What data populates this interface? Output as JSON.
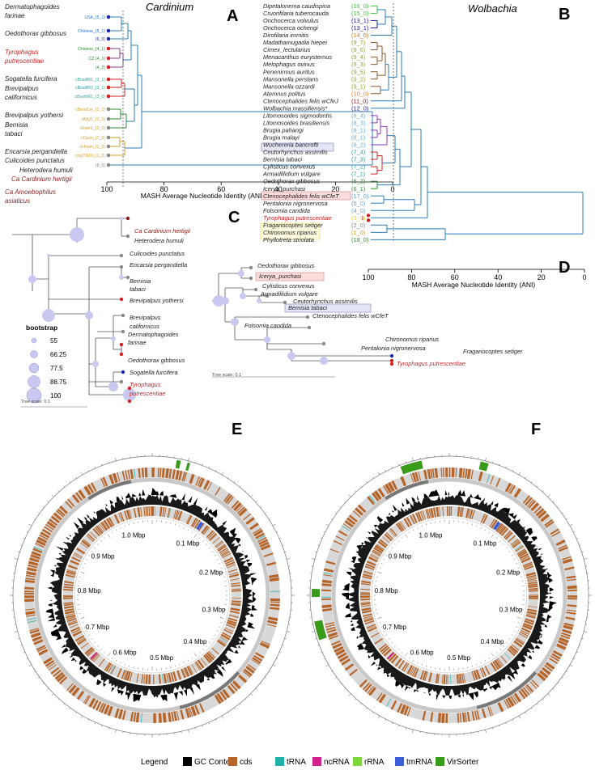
{
  "panels": {
    "A": {
      "letter": "A",
      "title": "Cardinium"
    },
    "B": {
      "letter": "B",
      "title": "Wolbachia"
    },
    "C": {
      "letter": "C"
    },
    "D": {
      "letter": "D"
    },
    "E": {
      "letter": "E"
    },
    "F": {
      "letter": "F"
    }
  },
  "A": {
    "axis_label": "MASH Average Nucleotide Identity (ANI)",
    "ticks": [
      "100",
      "80",
      "60",
      "40",
      "20",
      "0"
    ],
    "taxa": [
      {
        "name": "Dermatophagoides",
        "color": "#222222"
      },
      {
        "name": "farinae",
        "color": "#222222"
      },
      {
        "name": "Oedothorax gibbosus",
        "color": "#222222"
      },
      {
        "name": "Tyrophagus",
        "color": "#d42020"
      },
      {
        "name": "putrescentiae",
        "color": "#d42020"
      },
      {
        "name": "Sogatella furcifera",
        "color": "#222222"
      },
      {
        "name": "Brevipalpus",
        "color": "#222222"
      },
      {
        "name": "californicus",
        "color": "#222222"
      },
      {
        "name": "Brevipalpus yothersi",
        "color": "#222222"
      },
      {
        "name": "Bemisia",
        "color": "#222222"
      },
      {
        "name": "tabaci",
        "color": "#222222"
      },
      {
        "name": "Encarsia pergandiella",
        "color": "#222222"
      },
      {
        "name": "Culicoides punctatus",
        "color": "#222222"
      },
      {
        "name": "Heterodera humuli",
        "color": "#222222"
      },
      {
        "name": "Ca Cardinium hertigii",
        "color": "#8b1a1a"
      },
      {
        "name": "Ca Amoebophilus",
        "color": "#8b1a1a"
      },
      {
        "name": "asiaticus",
        "color": "#8b1a1a"
      }
    ],
    "labels": [
      {
        "text": "USA_(5_1)",
        "color": "#2a6fd6"
      },
      {
        "text": "Chinese_(5_1)",
        "color": "#2a6fd6"
      },
      {
        "text": "(6_0)",
        "color": "#1a3a9c"
      },
      {
        "text": "Chinese_(4_1)",
        "color": "#2e8b2e"
      },
      {
        "text": "CZ (4_1)",
        "color": "#2e8b2e"
      },
      {
        "text": "(4_2)",
        "color": "#2e8b2e"
      },
      {
        "text": "cBcalifR1_(3_1)",
        "color": "#2aa8a0"
      },
      {
        "text": "cBcalifR2_(3_1)",
        "color": "#2aa8a0"
      },
      {
        "text": "cByothR1_(3_0)",
        "color": "#2aa8a0"
      },
      {
        "text": "cBemCer_(2_1)",
        "color": "#d4a020"
      },
      {
        "text": "cBtQ1_(2_1)",
        "color": "#d4a020"
      },
      {
        "text": "cEper1_(2_0)",
        "color": "#d4a020"
      },
      {
        "text": "cCpun_(7_0)",
        "color": "#d4a020"
      },
      {
        "text": "cHhum_(1_0)",
        "color": "#e0a020"
      },
      {
        "text": "cnigTN10_(1_0)",
        "color": "#e0a020"
      },
      {
        "text": "(8_0)",
        "color": "#888888"
      }
    ]
  },
  "B": {
    "axis_label": "MASH Average Nucleotide Identity (ANI)",
    "ticks": [
      "100",
      "80",
      "60",
      "40",
      "20",
      "0"
    ],
    "taxa": [
      {
        "name": "Dipetalonema caudispina",
        "label": "(16_0)",
        "color": "#3cc83c"
      },
      {
        "name": "Cruorifilaria tuberocauda",
        "label": "(15_0)",
        "color": "#3cc83c"
      },
      {
        "name": "Onchocerca volvulus",
        "label": "(13_1)",
        "color": "#1a1aa8"
      },
      {
        "name": "Onchocerca ochengi",
        "label": "(13_1)",
        "color": "#1a1aa8"
      },
      {
        "name": "Dirofilaria immitis",
        "label": "(14_0)",
        "color": "#d47820"
      },
      {
        "name": "Madathamugadia hiepei",
        "label": "(9_7)",
        "color": "#a0a020"
      },
      {
        "name": "Cimex_lectularius",
        "label": "(9_6)",
        "color": "#a0a020"
      },
      {
        "name": "Menacanthus eurysternus",
        "label": "(9_4)",
        "color": "#a0a020"
      },
      {
        "name": "Melophagus ovinus",
        "label": "(9_3)",
        "color": "#a0a020"
      },
      {
        "name": "Penenirmus auritus",
        "label": "(9_5)",
        "color": "#a0a020"
      },
      {
        "name": "Mansonella perstans",
        "label": "(9_2)",
        "color": "#a0a020"
      },
      {
        "name": "Mansonella ozzardi",
        "label": "(9_1)",
        "color": "#a0a020"
      },
      {
        "name": "Atemnus politus",
        "label": "(10_0)",
        "color": "#e08030"
      },
      {
        "name": "Ctenocephalides felis wCfeJ",
        "label": "(11_0)",
        "color": "#8b1a1a"
      },
      {
        "name": "Wolbachia massiliensis*",
        "label": "(12_0)",
        "color": "#1a1a8b"
      },
      {
        "name": "Litomosoides sigmodontis",
        "label": "(8_4)",
        "color": "#60b0e0"
      },
      {
        "name": "Litomosoides brasiliensis",
        "label": "(8_3)",
        "color": "#60b0e0"
      },
      {
        "name": "Brugia pahangi",
        "label": "(8_1)",
        "color": "#60b0e0"
      },
      {
        "name": "Brugia malayi",
        "label": "(8_1)",
        "color": "#60b0e0"
      },
      {
        "name": "Wuchereria bancrofti",
        "label": "(8_2)",
        "color": "#60b0e0"
      },
      {
        "name": "Ceutorhynchus assimilis",
        "label": "(7_4)",
        "color": "#30a0a0"
      },
      {
        "name": "Bemisia tabaci",
        "label": "(7_3)",
        "color": "#30a0a0"
      },
      {
        "name": "Cylisticus convexus",
        "label": "(7_2)",
        "color": "#30a0a0"
      },
      {
        "name": "Armadillidium vulgare",
        "label": "(7_1)",
        "color": "#30a0a0"
      },
      {
        "name": "Oedothorax gibbosus",
        "label": "(6_2)",
        "color": "#2e8b2e"
      },
      {
        "name": "Icerya_purchasi",
        "label": "(6_1)",
        "color": "#2e8b2e"
      },
      {
        "name": "Ctenocephalides felis wCfeT",
        "label": "(17_0)",
        "color": "#60a0d0"
      },
      {
        "name": "Pentalonia nigronervosa",
        "label": "(5_0)",
        "color": "#60a0d0"
      },
      {
        "name": "Folsomia candida",
        "label": "(4_0)",
        "color": "#60a0d0"
      },
      {
        "name": "Tyrophagus putrescentiae",
        "label": "(3_0)",
        "color": "#f0d020"
      },
      {
        "name": "Fragariocoptes setiger",
        "label": "(2_0)",
        "color": "#888888"
      },
      {
        "name": "Chironomus riparius",
        "label": "(1_0)",
        "color": "#d4a020"
      },
      {
        "name": "Phyllotreta striolata",
        "label": "(18_0)",
        "color": "#2e8b2e"
      }
    ]
  },
  "C": {
    "taxa": [
      {
        "name": "Ca Cardinium hertigii",
        "color": "#8b1a1a"
      },
      {
        "name": "Heterodera humuli",
        "color": "#222222"
      },
      {
        "name": "Culicoides punctatus",
        "color": "#222222"
      },
      {
        "name": "Encarsia pergandiella",
        "color": "#222222"
      },
      {
        "name": "Bemisia",
        "color": "#222222"
      },
      {
        "name": "tabaci",
        "color": "#222222"
      },
      {
        "name": "Brevipalpus yothersi",
        "color": "#222222"
      },
      {
        "name": "Brevipalpus",
        "color": "#222222"
      },
      {
        "name": "californicus",
        "color": "#222222"
      },
      {
        "name": "Dermatophagoides",
        "color": "#222222"
      },
      {
        "name": "farinae",
        "color": "#222222"
      },
      {
        "name": "Oedothorax gibbosus",
        "color": "#222222"
      },
      {
        "name": "Sogatella furcifera",
        "color": "#222222"
      },
      {
        "name": "Tyrophagus",
        "color": "#d42020"
      },
      {
        "name": "putrescentiae",
        "color": "#d42020"
      }
    ],
    "bootstrap_title": "bootstrap",
    "bootstrap_values": [
      "55",
      "66.25",
      "77.5",
      "88.75",
      "100"
    ],
    "scale_label": "Tree scale: 0.1"
  },
  "D": {
    "taxa": [
      {
        "name": "Oedothorax gibbosus",
        "color": "#222222"
      },
      {
        "name": "Icerya_purchasi",
        "color": "#222222"
      },
      {
        "name": "Cylisticus convexus",
        "color": "#222222"
      },
      {
        "name": "Armadillidium vulgare",
        "color": "#222222"
      },
      {
        "name": "Ceutorhynchus assimilis",
        "color": "#222222"
      },
      {
        "name": "Bemisia tabaci",
        "color": "#222222"
      },
      {
        "name": "Ctenocephalides felis wCfeT",
        "color": "#222222"
      },
      {
        "name": "Folsomia candida",
        "color": "#222222"
      },
      {
        "name": "Chironomus riparius",
        "color": "#222222"
      },
      {
        "name": "Pentalonia nigronervosa",
        "color": "#222222"
      },
      {
        "name": "Fragariocoptes setiger",
        "color": "#222222"
      },
      {
        "name": "Tyrophagus putrescentiae",
        "color": "#d42020"
      }
    ],
    "scale_label": "Tree scale: 0.1"
  },
  "E": {
    "ticks": [
      "0.1 Mbp",
      "0.2 Mbp",
      "0.3 Mbp",
      "0.4 Mbp",
      "0.5 Mbp",
      "0.6 Mbp",
      "0.7 Mbp",
      "0.8 Mbp",
      "0.9 Mbp",
      "1.0 Mbp"
    ]
  },
  "F": {
    "ticks": [
      "0.1 Mbp",
      "0.2 Mbp",
      "0.3 Mbp",
      "0.4 Mbp",
      "0.5 Mbp",
      "0.6 Mbp",
      "0.7 Mbp",
      "0.8 Mbp",
      "0.9 Mbp",
      "1.0 Mbp"
    ]
  },
  "legend": {
    "title": "Legend",
    "items": [
      {
        "label": "GC Content",
        "color": "#000000"
      },
      {
        "label": "cds",
        "color": "#b5652a"
      },
      {
        "label": "tRNA",
        "color": "#20b2aa"
      },
      {
        "label": "ncRNA",
        "color": "#d0208c"
      },
      {
        "label": "rRNA",
        "color": "#7cd63c"
      },
      {
        "label": "tmRNA",
        "color": "#3a5fd6"
      },
      {
        "label": "VirSorter",
        "color": "#3a9a1a"
      }
    ]
  },
  "colors": {
    "tree_line": "#2b7bb9",
    "bootstrap_fill": "#c8c8f0",
    "highlight_red": "#fadcdc",
    "highlight_blue": "#e4e6f6"
  }
}
